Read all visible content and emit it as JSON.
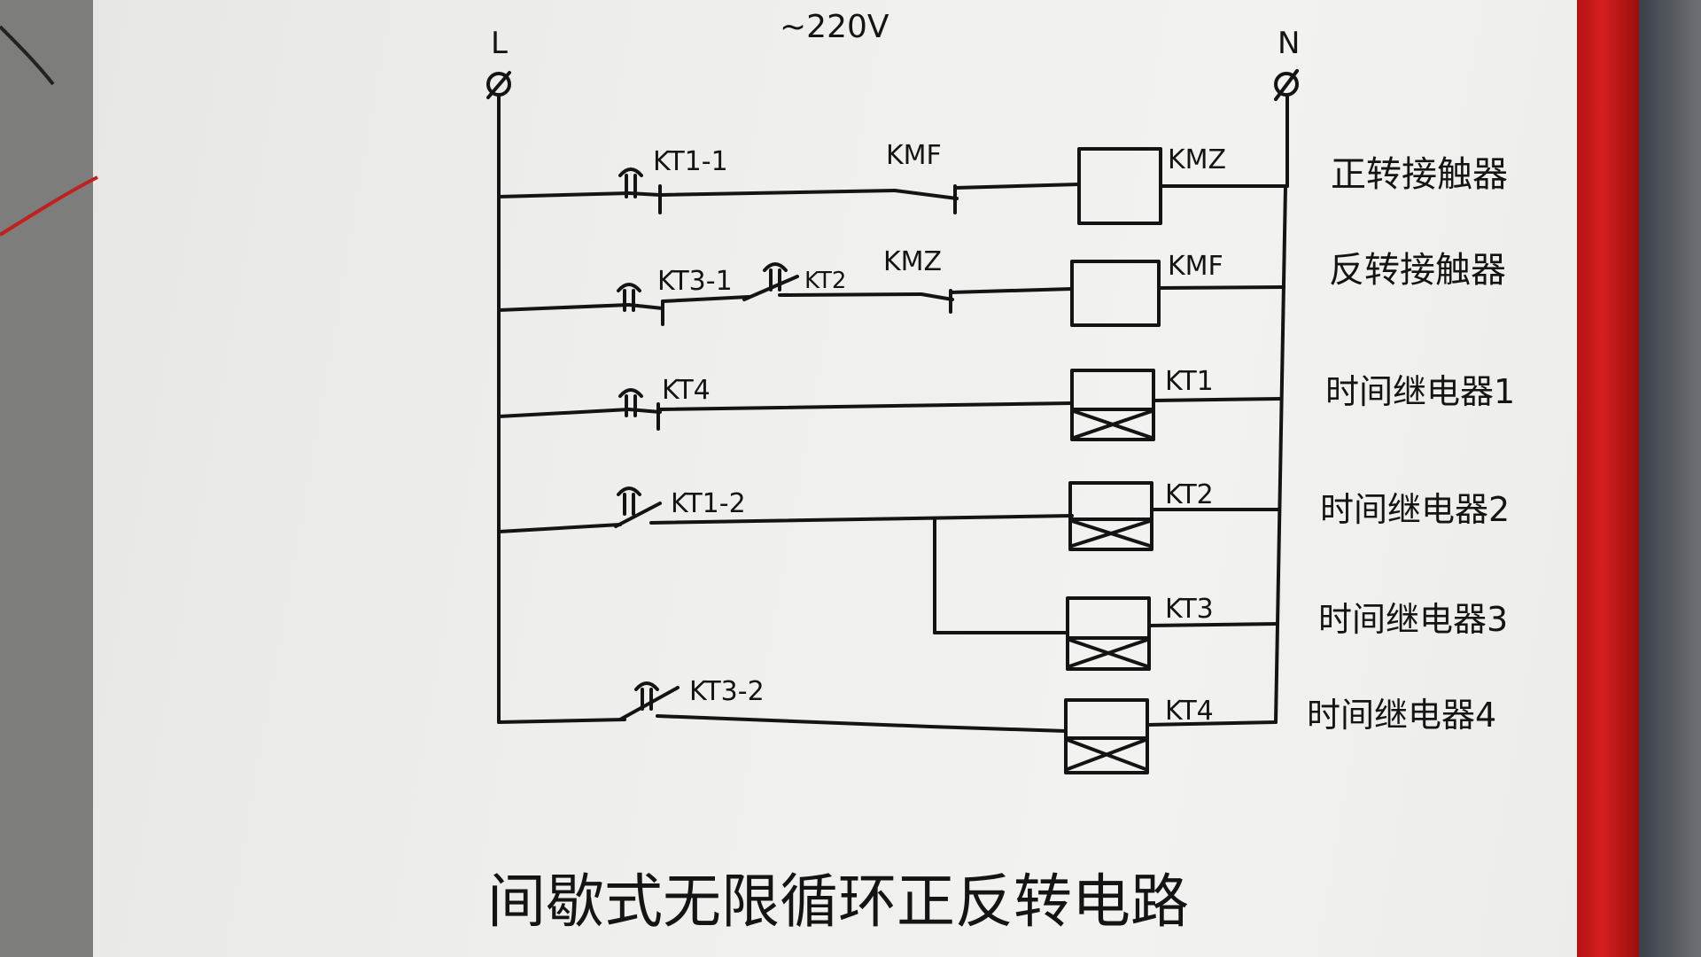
{
  "diagram": {
    "supply": "~220V",
    "line_terminal": "L",
    "neutral_terminal": "N",
    "title": "间歇式无限循环正反转电路",
    "contacts": {
      "kt1_1": "KT1-1",
      "kmf": "KMF",
      "kt3_1": "KT3-1",
      "kt2": "KT2",
      "kmz": "KMZ",
      "kt4": "KT4",
      "kt1_2": "KT1-2",
      "kt3_2": "KT3-2"
    },
    "coils": {
      "kmz": "KMZ",
      "kmf": "KMF",
      "kt1": "KT1",
      "kt2": "KT2",
      "kt3": "KT3",
      "kt4": "KT4"
    },
    "descriptions": {
      "row1": "正转接触器",
      "row2": "反转接触器",
      "row3": "时间继电器1",
      "row4": "时间继电器2",
      "row5": "时间继电器3",
      "row6": "时间继电器4"
    }
  },
  "colors": {
    "ink": "#141414",
    "paper": "#eeeeec",
    "binder_red": "#c81a1a"
  }
}
